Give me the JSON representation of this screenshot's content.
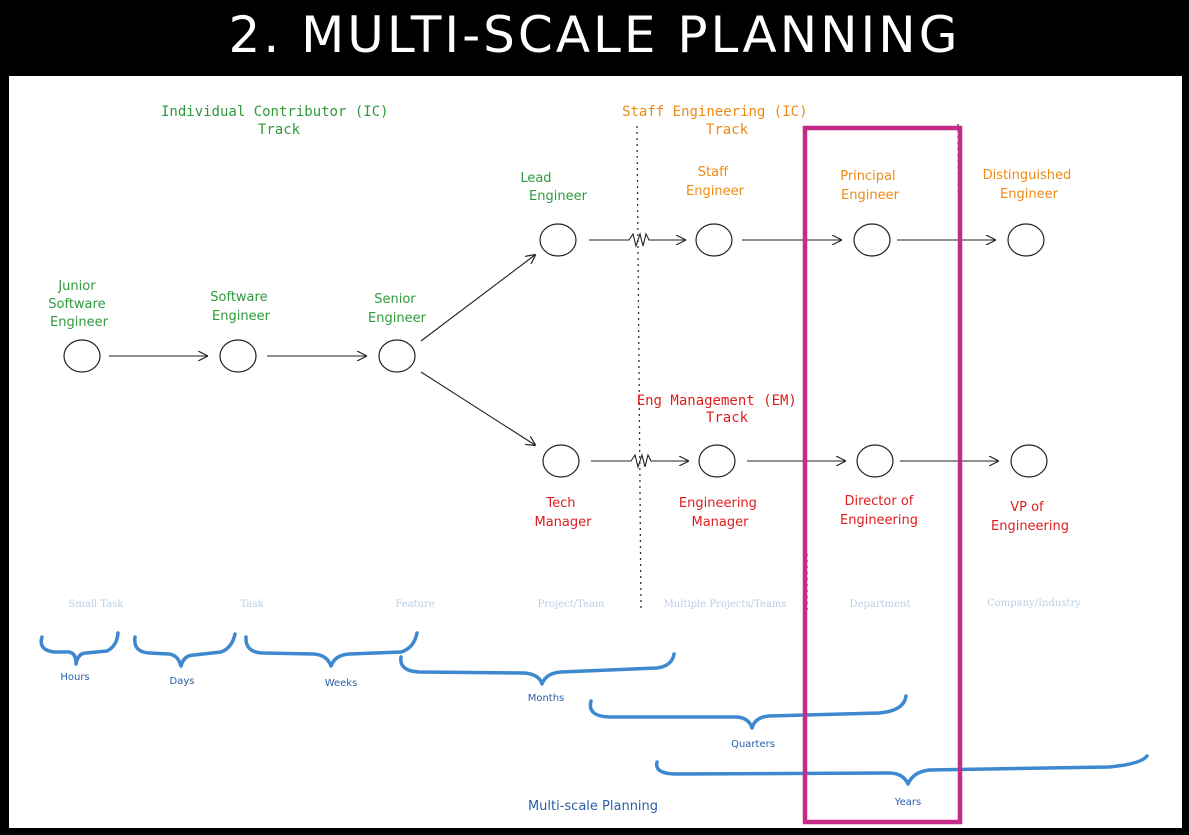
{
  "title": "2. MULTI-SCALE PLANNING",
  "colors": {
    "ic": "#2e9a3a",
    "staff": "#ee8a12",
    "em": "#dd1d1d",
    "brace": "#3d88cf",
    "highlight": "#c72b8a",
    "scale_text": "#b9cfe6"
  },
  "tracks": {
    "ic": [
      "Individual Contributor (IC)",
      "Track"
    ],
    "staff": [
      "Staff Engineering (IC)",
      "Track"
    ],
    "em": [
      "Eng Management (EM)",
      "Track"
    ]
  },
  "roles": {
    "junior": [
      "Junior",
      "Software",
      "Engineer"
    ],
    "software": [
      "Software",
      "Engineer"
    ],
    "senior": [
      "Senior",
      "Engineer"
    ],
    "lead": [
      "Lead",
      "Engineer"
    ],
    "staff": [
      "Staff",
      "Engineer"
    ],
    "principal": [
      "Principal",
      "Engineer"
    ],
    "distinguished": [
      "Distinguished",
      "Engineer"
    ],
    "tech_manager": [
      "Tech",
      "Manager"
    ],
    "eng_manager": [
      "Engineering",
      "Manager"
    ],
    "director": [
      "Director of",
      "Engineering"
    ],
    "vp": [
      "VP of",
      "Engineering"
    ]
  },
  "scales": [
    "Small Task",
    "Task",
    "Feature",
    "Project/Team",
    "Multiple Projects/Teams",
    "Department",
    "Company/Industry"
  ],
  "periods": [
    "Hours",
    "Days",
    "Weeks",
    "Months",
    "Quarters",
    "Years"
  ],
  "footer": "Multi-scale Planning"
}
